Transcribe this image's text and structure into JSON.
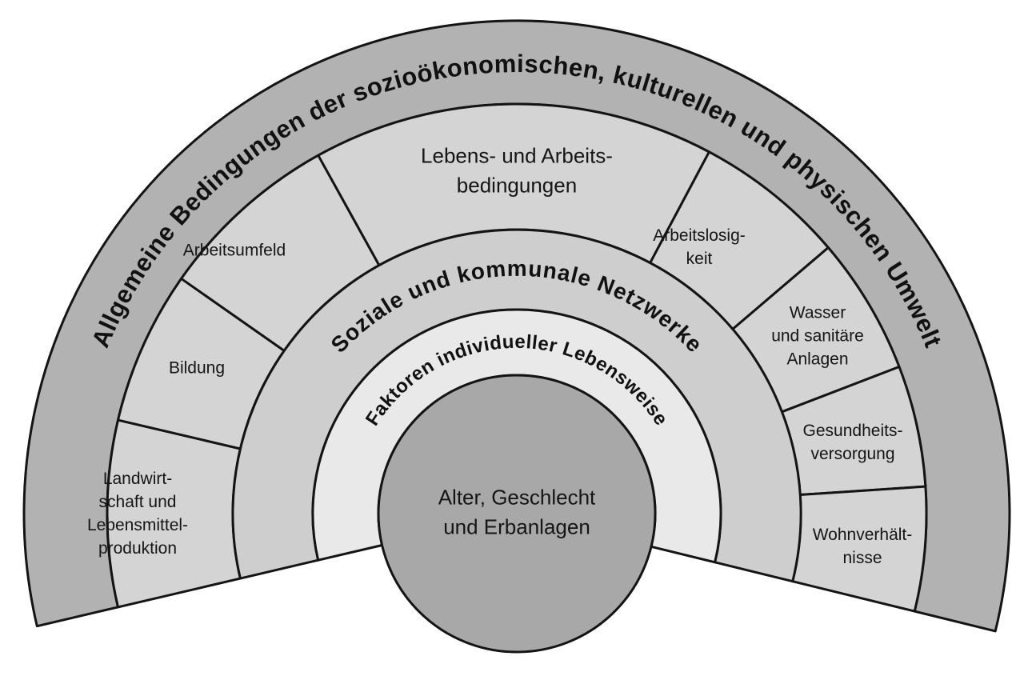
{
  "diagram": {
    "background": "#ffffff",
    "stroke_color": "#141414",
    "environment_ring": {
      "fill": "#b2b2b2",
      "label": "Allgemeine Bedingungen der sozioökonomischen, kulturellen und physischen Umwelt"
    },
    "conditions_ring": {
      "fill": "#d4d4d4",
      "segments": [
        {
          "id": "landwirtschaft",
          "lines": [
            "Landwirt-",
            "schaft und",
            "Lebensmittel-",
            "produktion"
          ]
        },
        {
          "id": "bildung",
          "lines": [
            "Bildung"
          ]
        },
        {
          "id": "arbeitsumfeld",
          "lines": [
            "Arbeitsumfeld"
          ]
        },
        {
          "id": "lebens-und-arbeitsbedingungen",
          "lines": [
            "Lebens- und Arbeits-",
            "bedingungen"
          ]
        },
        {
          "id": "arbeitslosigkeit",
          "lines": [
            "Arbeitslosig-",
            "keit"
          ]
        },
        {
          "id": "wasser-sanitaere-anlagen",
          "lines": [
            "Wasser",
            "und sanitäre",
            "Anlagen"
          ]
        },
        {
          "id": "gesundheitsversorgung",
          "lines": [
            "Gesundheits-",
            "versorgung"
          ]
        },
        {
          "id": "wohnverhaeltnisse",
          "lines": [
            "Wohnverhält-",
            "nisse"
          ]
        }
      ]
    },
    "networks_ring": {
      "fill": "#cecece",
      "label": "Soziale und kommunale Netzwerke"
    },
    "lifestyle_ring": {
      "fill": "#e9e9e9",
      "label": "Faktoren individueller Lebensweise"
    },
    "center_circle": {
      "fill": "#a8a8a8",
      "lines": [
        "Alter, Geschlecht",
        "und Erbanlagen"
      ]
    }
  }
}
